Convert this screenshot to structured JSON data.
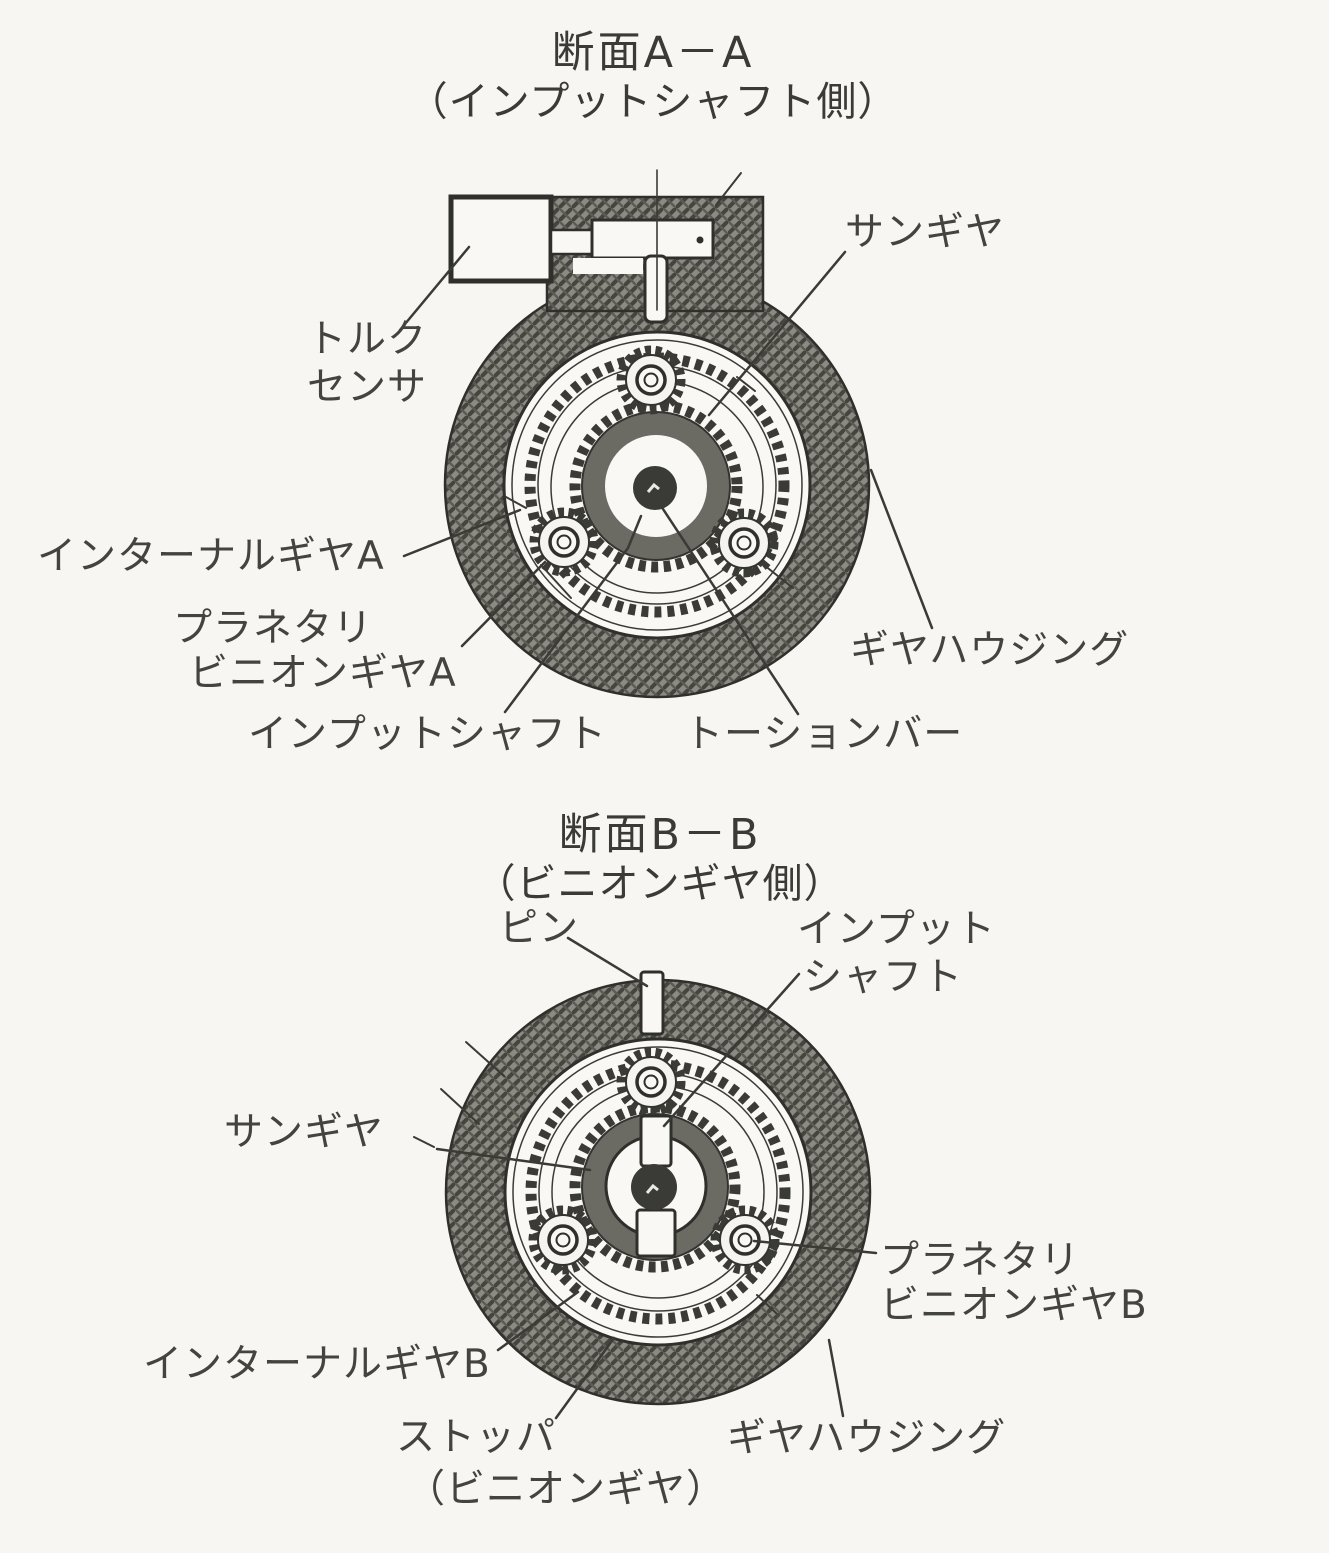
{
  "document": {
    "kind": "scanned technical cross-section diagram, planetary gear steering unit",
    "language": "Japanese"
  },
  "colors": {
    "paper": "#f7f6f3",
    "ink": "#3a3a36",
    "housing_gray": "#8b8b83",
    "dark_fill": "#6b6b64"
  },
  "section_a": {
    "title": "断面A－A",
    "subtitle": "（インプットシャフト側）",
    "labels": {
      "sun_gear": "サンギヤ",
      "torque_sensor_1": "トルク",
      "torque_sensor_2": "センサ",
      "internal_gear": "インターナルギヤA",
      "planetary_1": "プラネタリ",
      "planetary_2": "ビニオンギヤA",
      "input_shaft": "インプットシャフト",
      "torsion_bar": "トーションバー",
      "gear_housing": "ギヤハウジング"
    }
  },
  "section_b": {
    "title": "断面B－B",
    "subtitle": "（ビニオンギヤ側）",
    "labels": {
      "pin": "ピン",
      "input_shaft_1": "インプット",
      "input_shaft_2": "シャフト",
      "sun_gear": "サンギヤ",
      "planetary_1": "プラネタリ",
      "planetary_2": "ビニオンギヤB",
      "internal_gear": "インターナルギヤB",
      "stopper_1": "ストッパ",
      "stopper_2": "（ビニオンギヤ）",
      "gear_housing": "ギヤハウジング"
    }
  }
}
